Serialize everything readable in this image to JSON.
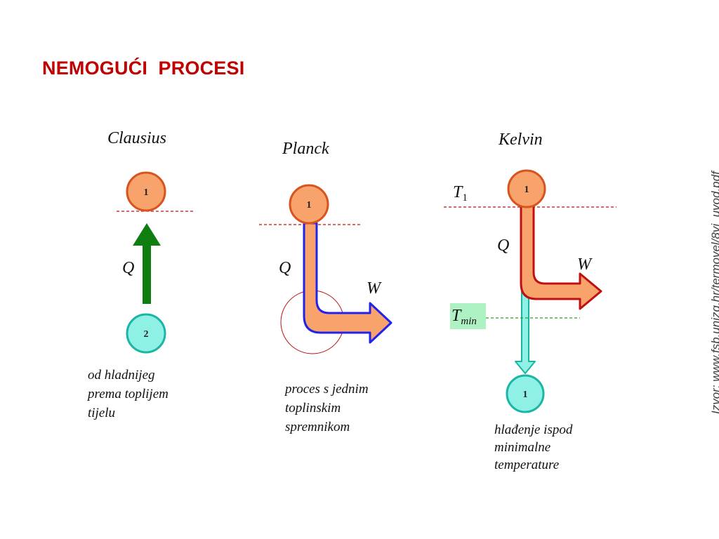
{
  "slide": {
    "title": "NEMOGUĆI  PROCESI",
    "source": "Izvor: www.fsb.unizg.hr/termovel/8vj_uvod.pdf"
  },
  "clausius": {
    "heading": "Clausius",
    "top_node": "1",
    "bottom_node": "2",
    "heat_label": "Q",
    "caption": [
      "od hladnijeg",
      "prema toplijem",
      "tijelu"
    ]
  },
  "planck": {
    "heading": "Planck",
    "node": "1",
    "heat_label": "Q",
    "work_label": "W",
    "caption": [
      "proces s jednim",
      "toplinskim",
      "spremnikom"
    ]
  },
  "kelvin": {
    "heading": "Kelvin",
    "t1_base": "T",
    "t1_sub": "1",
    "tmin_base": "T",
    "tmin_sub": "min",
    "top_node": "1",
    "bottom_node": "1",
    "heat_label": "Q",
    "work_label": "W",
    "caption": [
      "hlađenje ispod",
      "minimalne",
      "temperature"
    ]
  },
  "colors": {
    "title": "#c00000",
    "orange_fill": "#f7a36b",
    "orange_stroke": "#d9531e",
    "teal_fill": "#8ff0e6",
    "teal_stroke": "#19b5a5",
    "green_arrow": "#0f7d0f",
    "blue_outline": "#2222ee",
    "red_outline": "#c01010",
    "dashed_red": "#c01010",
    "dashed_green": "#2aa02a",
    "tmin_highlight": "#aef2c4"
  }
}
